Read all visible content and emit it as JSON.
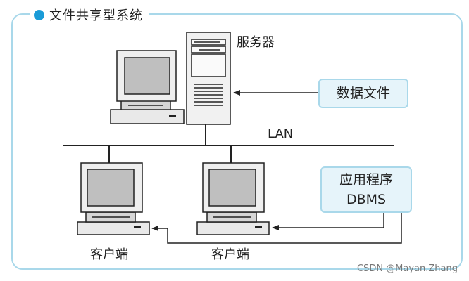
{
  "title": "文件共享型系统",
  "server_label": "服务器",
  "lan_label": "LAN",
  "data_files_box": "数据文件",
  "app_box": {
    "line1": "应用程序",
    "line2": "DBMS"
  },
  "client_label_1": "客户端",
  "client_label_2": "客户端",
  "watermark": "CSDN @Mayan.Zhang",
  "colors": {
    "frame": "#a9d8ea",
    "box_fill": "#e6f4fa",
    "dot": "#1a9bd7"
  }
}
